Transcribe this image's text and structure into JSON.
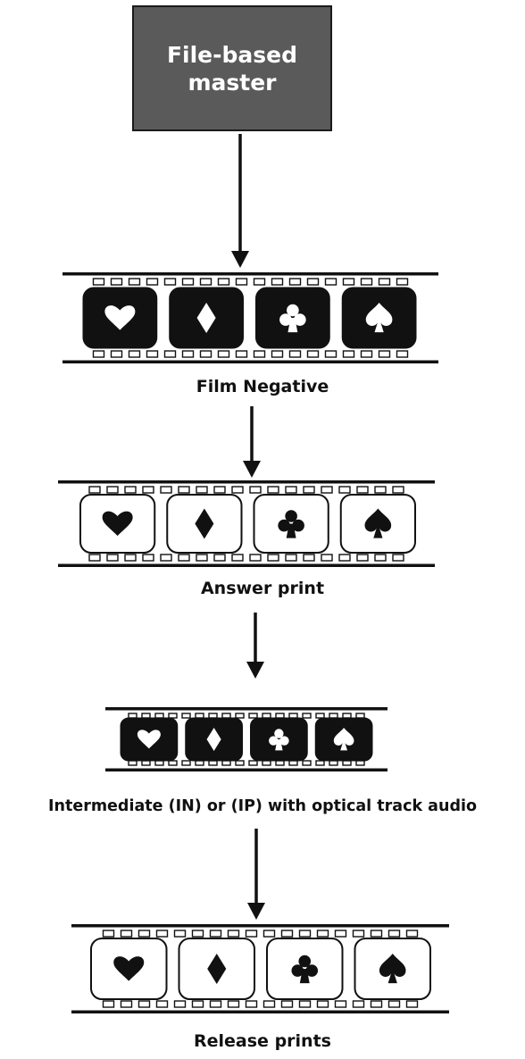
{
  "master": {
    "label": "File-based\nmaster",
    "fill_color": "#5a5a5a",
    "text_color": "#ffffff"
  },
  "stages": [
    {
      "label": "Film Negative",
      "frame_style": "filled",
      "symbols": [
        "heart",
        "diamond",
        "club",
        "spade"
      ]
    },
    {
      "label": "Answer print",
      "frame_style": "outline",
      "symbols": [
        "heart",
        "diamond",
        "club",
        "spade"
      ]
    },
    {
      "label": "Intermediate (IN) or (IP) with optical track audio",
      "frame_style": "filled",
      "symbols": [
        "heart",
        "diamond",
        "club",
        "spade"
      ]
    },
    {
      "label": "Release prints",
      "frame_style": "outline",
      "symbols": [
        "heart",
        "diamond",
        "club",
        "spade"
      ]
    }
  ],
  "icons": {
    "heart": "heart-icon",
    "diamond": "diamond-icon",
    "club": "club-icon",
    "spade": "spade-icon",
    "arrow": "down-arrow-icon"
  }
}
